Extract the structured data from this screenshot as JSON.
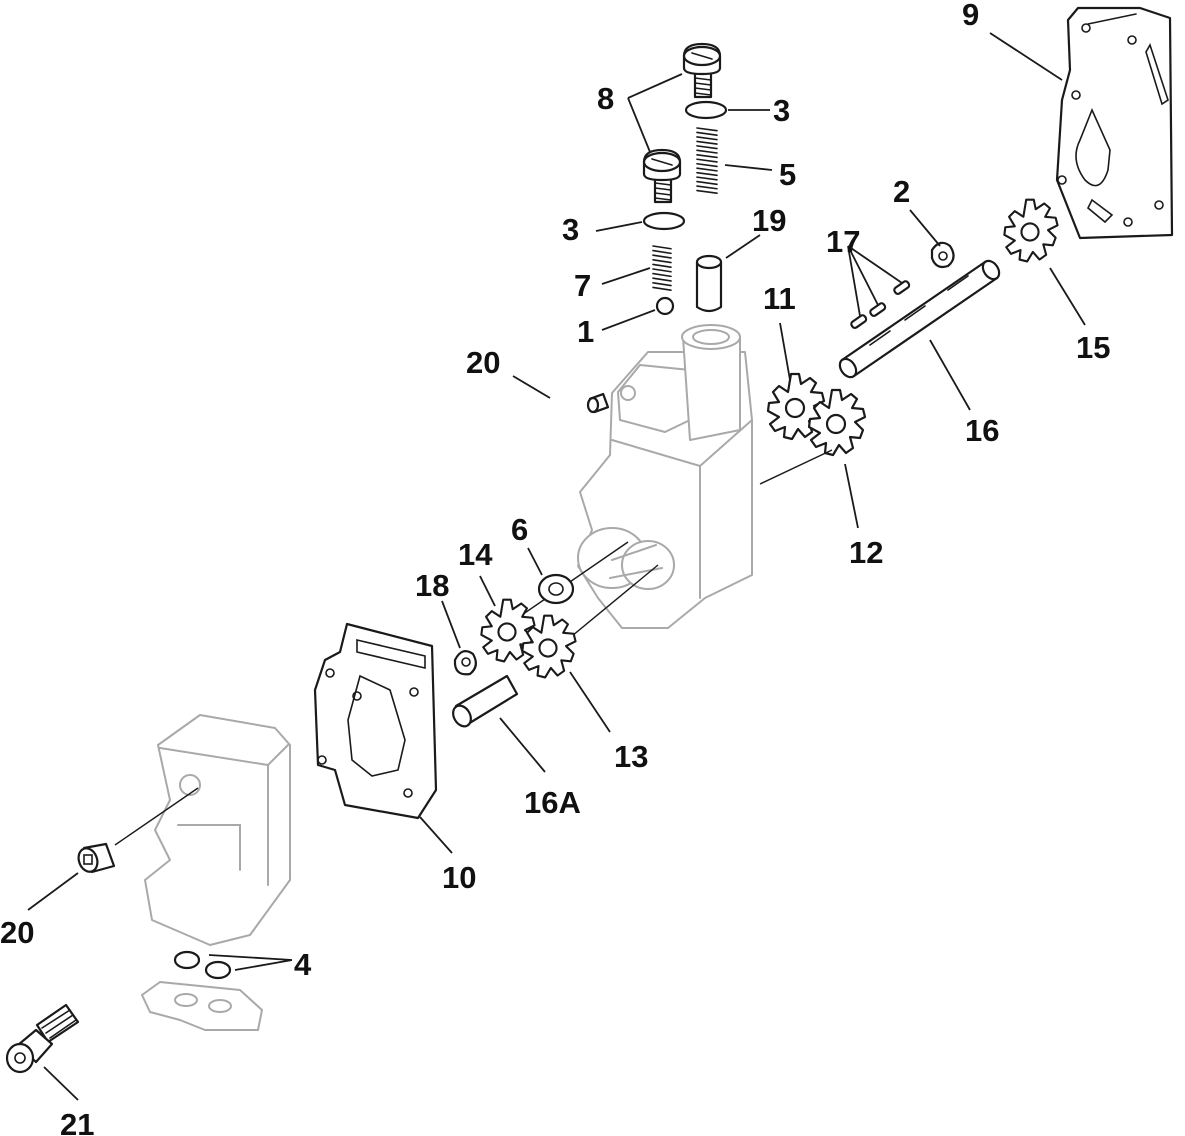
{
  "diagram": {
    "type": "exploded-parts-diagram",
    "callouts": [
      {
        "id": "c1",
        "label": "1"
      },
      {
        "id": "c2",
        "label": "2"
      },
      {
        "id": "c3a",
        "label": "3"
      },
      {
        "id": "c3b",
        "label": "3"
      },
      {
        "id": "c4",
        "label": "4"
      },
      {
        "id": "c5",
        "label": "5"
      },
      {
        "id": "c6",
        "label": "6"
      },
      {
        "id": "c7",
        "label": "7"
      },
      {
        "id": "c8",
        "label": "8"
      },
      {
        "id": "c9",
        "label": "9"
      },
      {
        "id": "c10",
        "label": "10"
      },
      {
        "id": "c11",
        "label": "11"
      },
      {
        "id": "c12",
        "label": "12"
      },
      {
        "id": "c13",
        "label": "13"
      },
      {
        "id": "c14",
        "label": "14"
      },
      {
        "id": "c15",
        "label": "15"
      },
      {
        "id": "c16",
        "label": "16"
      },
      {
        "id": "c16a",
        "label": "16A"
      },
      {
        "id": "c17",
        "label": "17"
      },
      {
        "id": "c18",
        "label": "18"
      },
      {
        "id": "c19",
        "label": "19"
      },
      {
        "id": "c20a",
        "label": "20"
      },
      {
        "id": "c20b",
        "label": "20"
      },
      {
        "id": "c21",
        "label": "21"
      }
    ]
  }
}
